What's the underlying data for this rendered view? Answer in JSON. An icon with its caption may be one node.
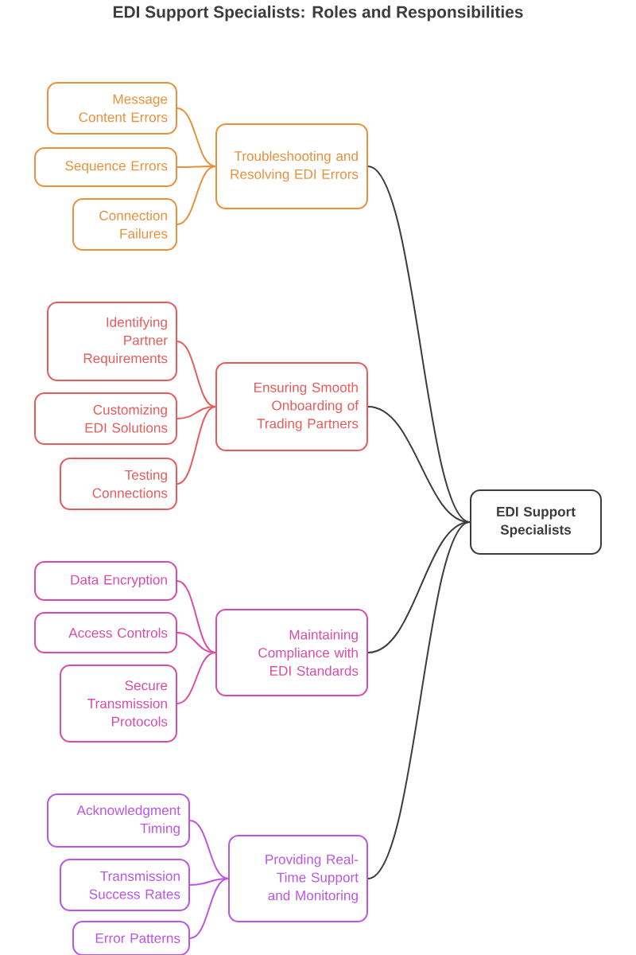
{
  "diagram": {
    "title": "EDI Support Specialists: Roles and Responsibilities",
    "nodes": [
      {
        "text": [
          "EDI Support Specialists"
        ]
      },
      {
        "text": [
          "Troubleshooting and Resolving EDI Errors"
        ]
      },
      {
        "text": [
          "Message Content Errors"
        ]
      },
      {
        "text": [
          "Sequence Errors"
        ]
      },
      {
        "text": [
          "Connection Failures"
        ]
      },
      {
        "text": [
          "Ensuring Smooth Onboarding of Trading Partners"
        ]
      },
      {
        "text": [
          "Identifying Partner Requirements"
        ]
      },
      {
        "text": [
          "Customizing EDI Solutions"
        ]
      },
      {
        "text": [
          "Testing Connections"
        ]
      },
      {
        "text": [
          "Maintaining Compliance with EDI Standards"
        ]
      },
      {
        "text": [
          "Data Encryption"
        ]
      },
      {
        "text": [
          "Access Controls"
        ]
      },
      {
        "text": [
          "Secure Transmission Protocols"
        ]
      },
      {
        "text": [
          "Providing Real-Time Support and Monitoring"
        ]
      },
      {
        "text": [
          "Acknowledgment Timing"
        ]
      },
      {
        "text": [
          "Transmission Success Rates"
        ]
      },
      {
        "text": [
          "Error Patterns"
        ]
      }
    ],
    "edges": [
      {
        "from": 0,
        "to": 1,
        "arrow": "none"
      },
      {
        "from": 1,
        "to": 2,
        "arrow": "none",
        "color": "#e8913a"
      },
      {
        "from": 1,
        "to": 3,
        "arrow": "none",
        "color": "#e8913a"
      },
      {
        "from": 1,
        "to": 4,
        "arrow": "none",
        "color": "#e8913a"
      },
      {
        "from": 0,
        "to": 5,
        "arrow": "none"
      },
      {
        "from": 5,
        "to": 6,
        "arrow": "none",
        "color": "#e85b5b"
      },
      {
        "from": 5,
        "to": 7,
        "arrow": "none",
        "color": "#e85b5b"
      },
      {
        "from": 5,
        "to": 8,
        "arrow": "none",
        "color": "#e85b5b"
      },
      {
        "from": 0,
        "to": 9,
        "arrow": "none"
      },
      {
        "from": 9,
        "to": 10,
        "arrow": "none",
        "color": "#da4ba8"
      },
      {
        "from": 9,
        "to": 11,
        "arrow": "none",
        "color": "#da4ba8"
      },
      {
        "from": 9,
        "to": 12,
        "arrow": "none",
        "color": "#da4ba8"
      },
      {
        "from": 0,
        "to": 13,
        "arrow": "none"
      },
      {
        "from": 13,
        "to": 14,
        "arrow": "none",
        "color": "#bb55e6"
      },
      {
        "from": 13,
        "to": 15,
        "arrow": "none",
        "color": "#bb55e6"
      },
      {
        "from": 13,
        "to": 16,
        "arrow": "none",
        "color": "#bb55e6"
      }
    ]
  }
}
